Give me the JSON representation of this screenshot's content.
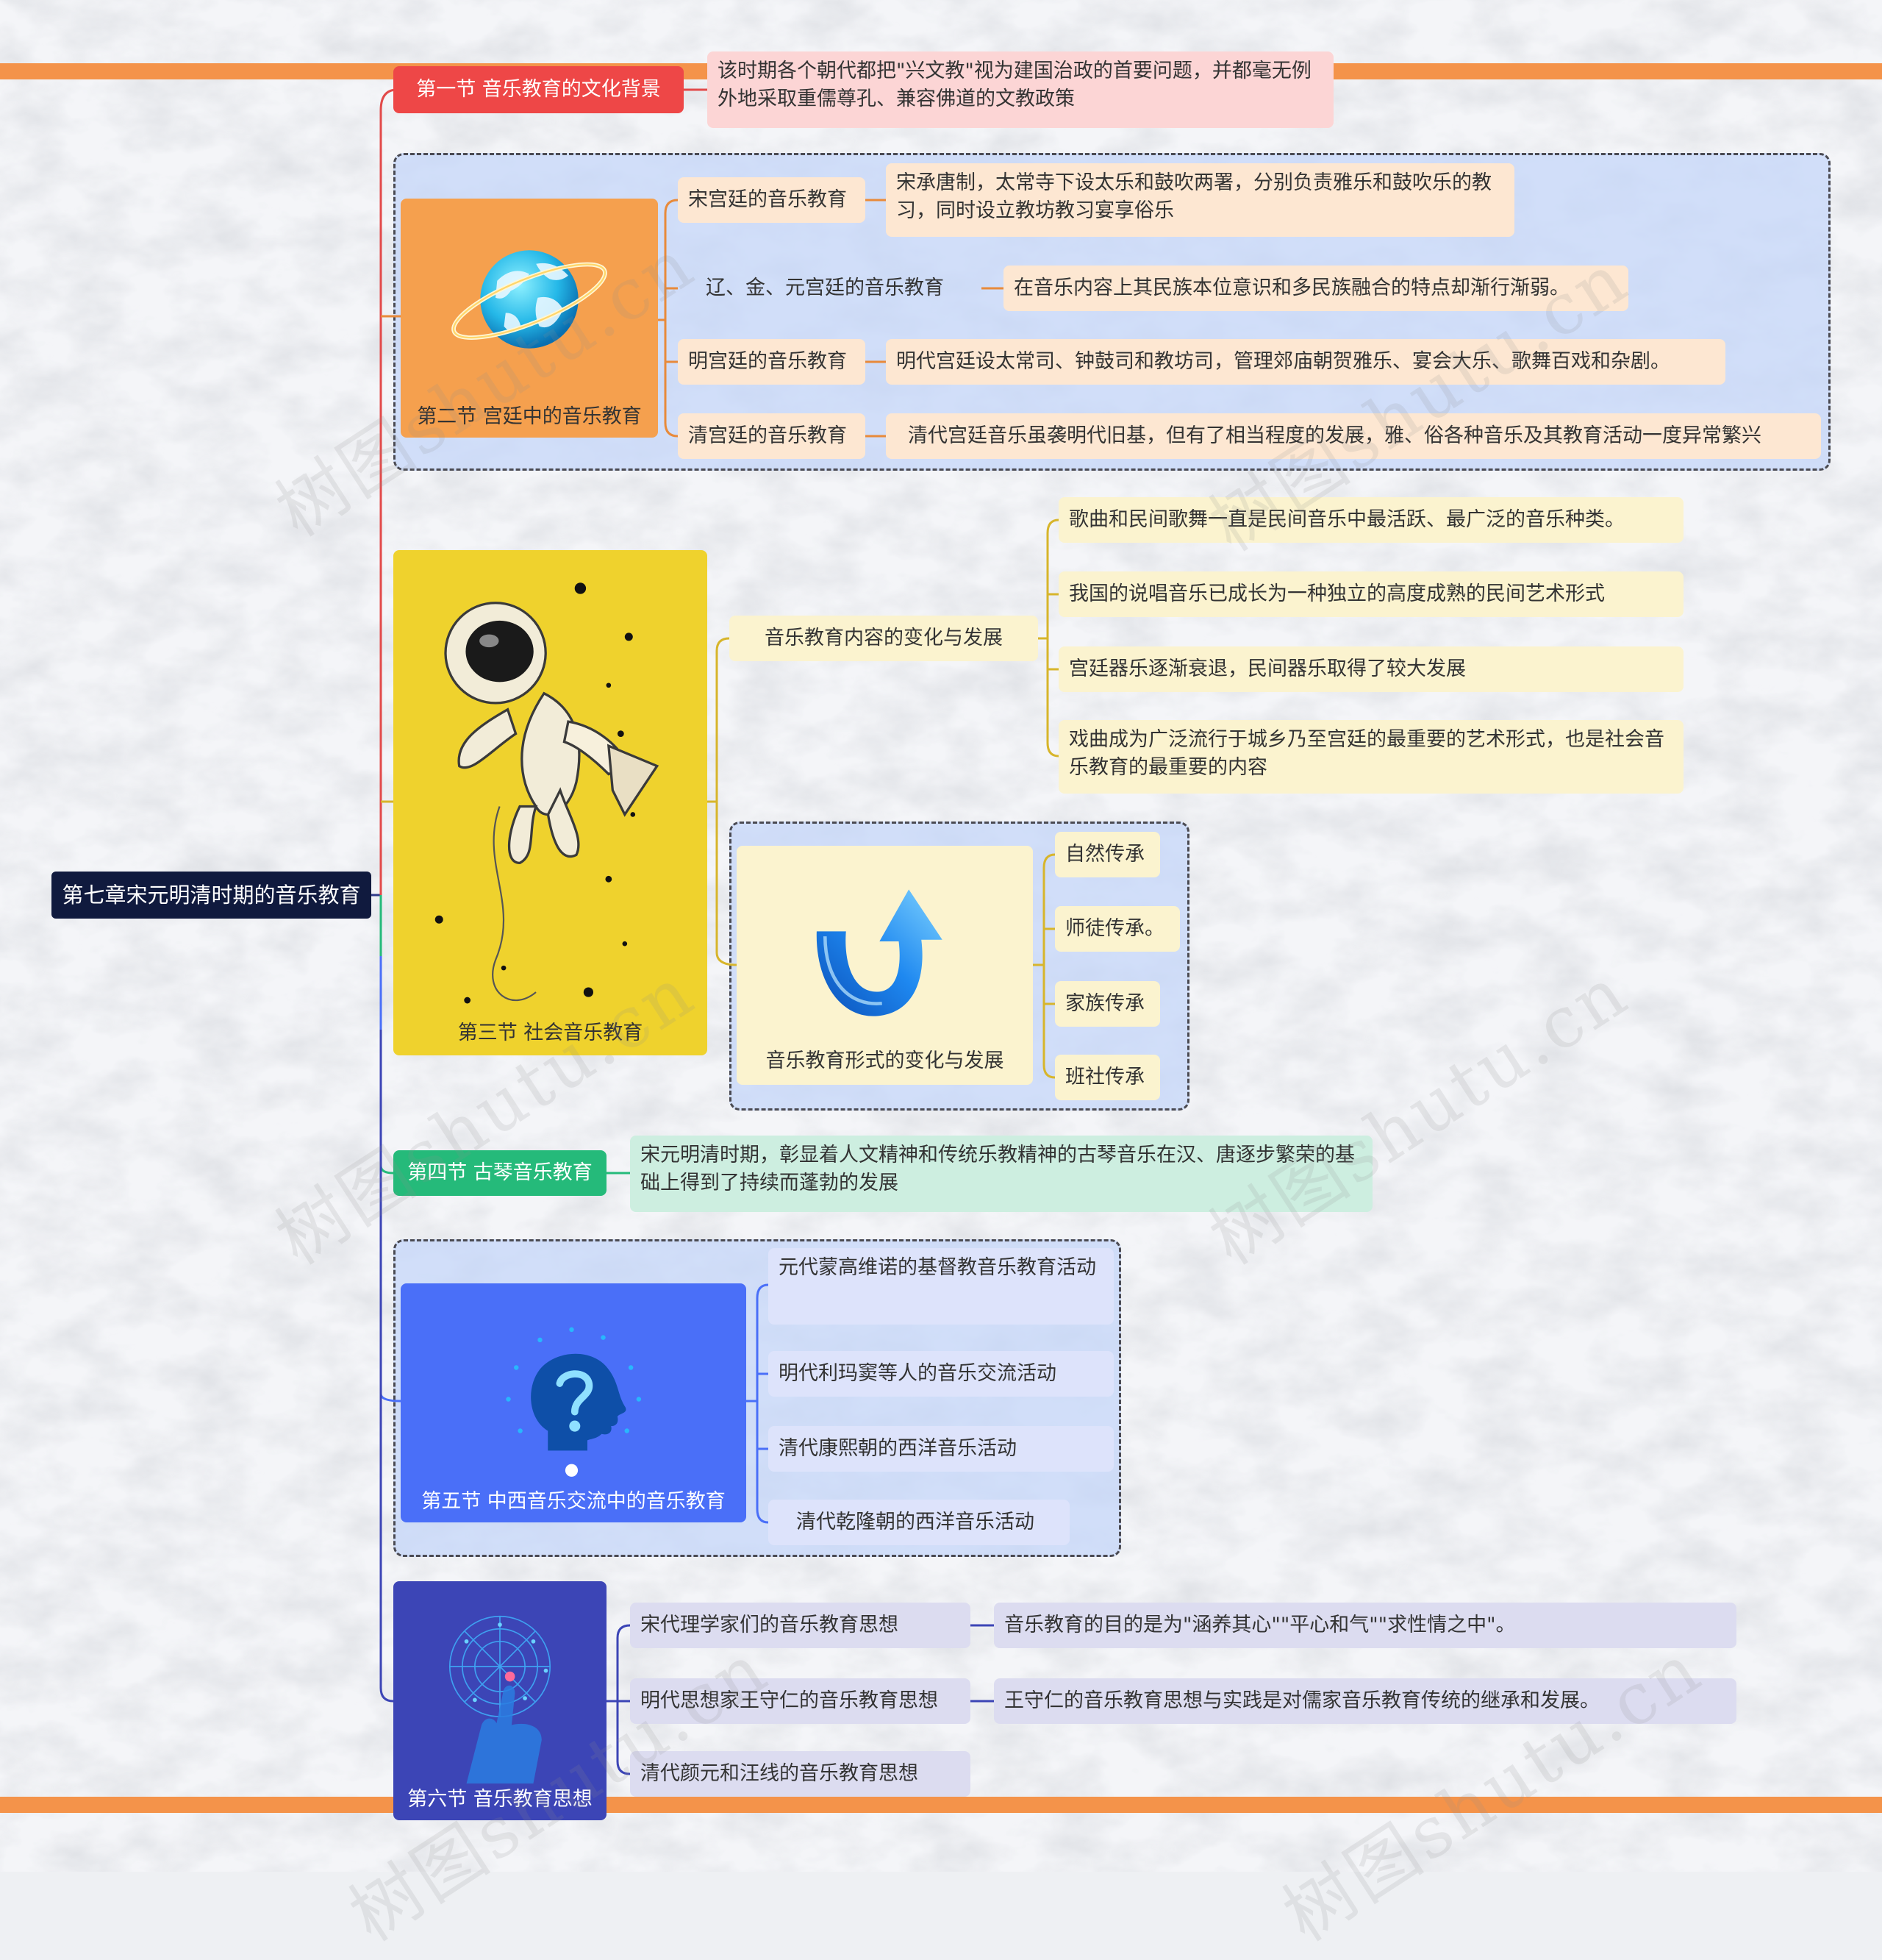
{
  "root": "第七章宋元明清时期的音乐教育",
  "watermark": "树图shutu.cn",
  "colors": {
    "section1": "#ee4747",
    "section2": "#f5a04e",
    "section3": "#efd22d",
    "section4": "#25ba7a",
    "section5": "#4a6ff8",
    "section6": "#3c45b6",
    "band": "#f4934a"
  },
  "section1": {
    "title": "第一节 音乐教育的文化背景",
    "note": "该时期各个朝代都把\"兴文教\"视为建国治政的首要问题，并都毫无例外地采取重儒尊孔、兼容佛道的文教政策"
  },
  "section2": {
    "title": "第二节 宫廷中的音乐教育",
    "icon": "globe-icon",
    "items": [
      {
        "label": "宋宫廷的音乐教育",
        "note": "宋承唐制，太常寺下设太乐和鼓吹两署，分别负责雅乐和鼓吹乐的教习，同时设立教坊教习宴享俗乐"
      },
      {
        "label": "辽、金、元宫廷的音乐教育",
        "note": "在音乐内容上其民族本位意识和多民族融合的特点却渐行渐弱。"
      },
      {
        "label": "明宫廷的音乐教育",
        "note": "明代宫廷设太常司、钟鼓司和教坊司，管理郊庙朝贺雅乐、宴会大乐、歌舞百戏和杂剧。"
      },
      {
        "label": "清宫廷的音乐教育",
        "note": "清代宫廷音乐虽袭明代旧基，但有了相当程度的发展，雅、俗各种音乐及其教育活动一度异常繁兴"
      }
    ]
  },
  "section3": {
    "title": "第三节 社会音乐教育",
    "icon": "astronaut-icon",
    "content_branch": {
      "label": "音乐教育内容的变化与发展",
      "items": [
        "歌曲和民间歌舞一直是民间音乐中最活跃、最广泛的音乐种类。",
        "我国的说唱音乐已成长为一种独立的高度成熟的民间艺术形式",
        "宫廷器乐逐渐衰退，民间器乐取得了较大发展",
        "戏曲成为广泛流行于城乡乃至宫廷的最重要的艺术形式，也是社会音乐教育的最重要的内容"
      ]
    },
    "form_branch": {
      "label": "音乐教育形式的变化与发展",
      "icon": "curved-arrow-icon",
      "items": [
        "自然传承",
        "师徒传承。",
        "家族传承",
        "班社传承"
      ]
    }
  },
  "section4": {
    "title": "第四节 古琴音乐教育",
    "note": "宋元明清时期，彰显着人文精神和传统乐教精神的古琴音乐在汉、唐逐步繁荣的基础上得到了持续而蓬勃的发展"
  },
  "section5": {
    "title": "第五节 中西音乐交流中的音乐教育",
    "icon": "question-head-icon",
    "items": [
      "元代蒙高维诺的基督教音乐教育活动",
      "明代利玛窦等人的音乐交流活动",
      "清代康熙朝的西洋音乐活动",
      "清代乾隆朝的西洋音乐活动"
    ]
  },
  "section6": {
    "title": "第六节 音乐教育思想",
    "icon": "hand-brain-icon",
    "items": [
      {
        "label": "宋代理学家们的音乐教育思想",
        "note": "音乐教育的目的是为\"涵养其心\"\"平心和气\"\"求性情之中\"。"
      },
      {
        "label": "明代思想家王守仁的音乐教育思想",
        "note": "王守仁的音乐教育思想与实践是对儒家音乐教育传统的继承和发展。"
      },
      {
        "label": "清代颜元和汪线的音乐教育思想",
        "note": ""
      }
    ]
  }
}
